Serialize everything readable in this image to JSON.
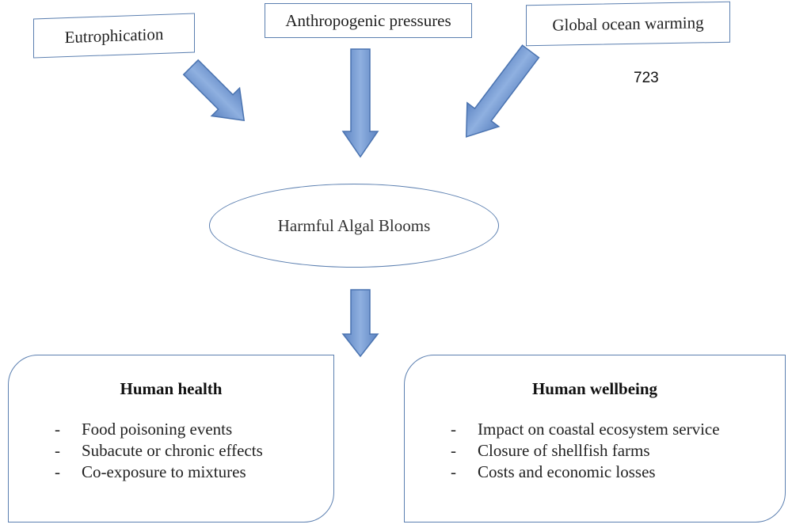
{
  "drivers": {
    "eutrophication": "Eutrophication",
    "anthropogenic": "Anthropogenic pressures",
    "global_warming": "Global ocean warming"
  },
  "page_number": "723",
  "center": {
    "label": "Harmful Algal Blooms"
  },
  "human_health": {
    "title": "Human health",
    "items": [
      "Food poisoning events",
      "Subacute or chronic effects",
      "Co-exposure to mixtures"
    ]
  },
  "human_wellbeing": {
    "title": "Human wellbeing",
    "items": [
      "Impact on coastal ecosystem service",
      "Closure of shellfish farms",
      "Costs and economic losses"
    ]
  },
  "bullet_marker": "-",
  "colors": {
    "arrow_fill": "#7a9fd4",
    "arrow_stroke": "#4a73b0",
    "border": "#5b7fb0"
  }
}
